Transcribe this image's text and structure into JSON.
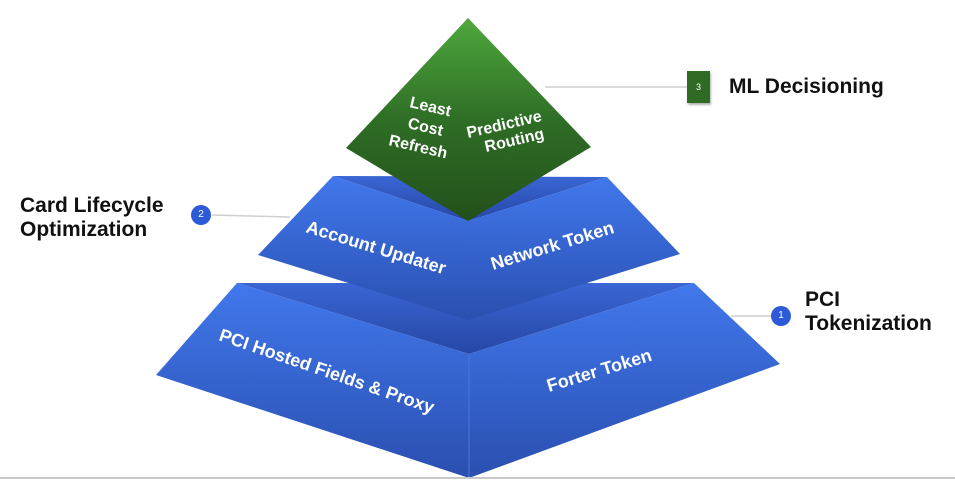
{
  "tiers": [
    {
      "level": 1,
      "name": "PCI Tokenization",
      "badge": "1",
      "left_face": "PCI Hosted Fields & Proxy",
      "right_face": "Forter Token",
      "color": "#3b6fe0"
    },
    {
      "level": 2,
      "name_lines": [
        "Card Lifecycle",
        "Optimization"
      ],
      "badge": "2",
      "left_face": "Account Updater",
      "right_face": "Network Token",
      "color": "#3b6fe0"
    },
    {
      "level": 3,
      "name": "ML Decisioning",
      "badge": "3",
      "left_face_lines": [
        "Least",
        "Cost",
        "Refresh"
      ],
      "right_face_lines": [
        "Predictive",
        "Routing"
      ],
      "color": "#2f6b24"
    }
  ],
  "labels": {
    "tier1_line1": "PCI",
    "tier1_line2": "Tokenization",
    "tier2_line1": "Card Lifecycle",
    "tier2_line2": "Optimization",
    "tier3": "ML Decisioning"
  },
  "badges": {
    "b1": "1",
    "b2": "2",
    "b3": "3"
  },
  "faces": {
    "t1_left": "PCI Hosted Fields & Proxy",
    "t1_right": "Forter Token",
    "t2_left": "Account Updater",
    "t2_right": "Network Token",
    "t3_left_1": "Least",
    "t3_left_2": "Cost",
    "t3_left_3": "Refresh",
    "t3_right_1": "Predictive",
    "t3_right_2": "Routing"
  }
}
